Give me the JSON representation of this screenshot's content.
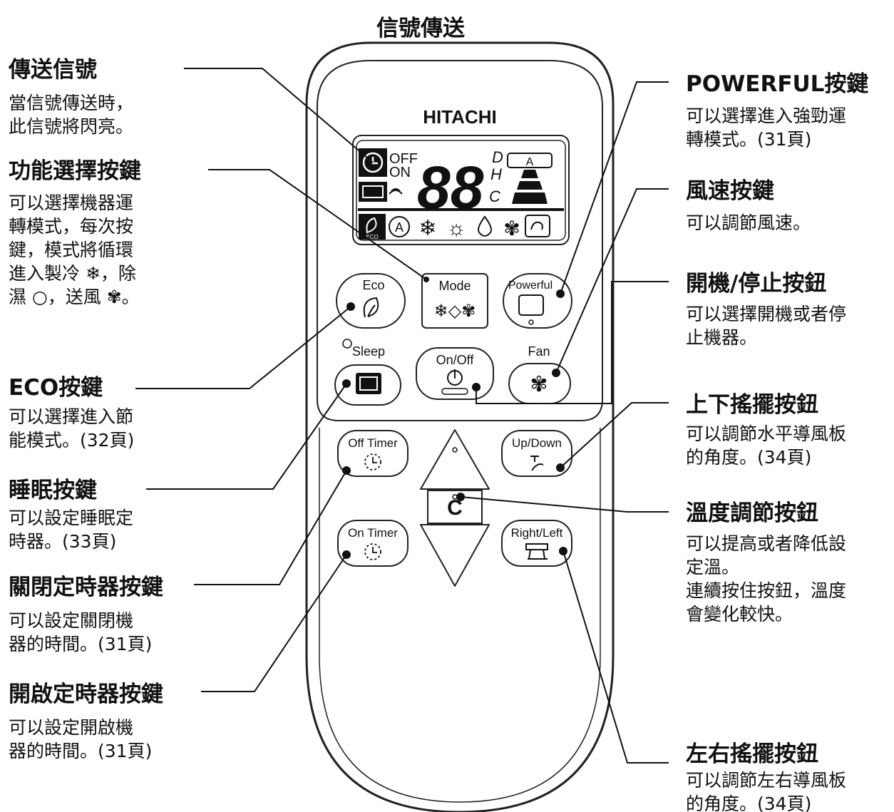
{
  "signal_label": "信號傳送",
  "brand": "HITACHI",
  "lcd": {
    "timer_off": "OFF",
    "timer_on": "ON",
    "digits": "88",
    "d": "D",
    "h": "H",
    "c": "C",
    "a": "A",
    "eco_small": "ECO"
  },
  "buttons": {
    "eco": "Eco",
    "mode": "Mode",
    "powerful": "Powerful",
    "sleep": "Sleep",
    "on_off": "On/Off",
    "fan": "Fan",
    "off_timer": "Off Timer",
    "up_down": "Up/Down",
    "on_timer": "On Timer",
    "right_left": "Right/Left",
    "temp_unit": "C"
  },
  "callouts": {
    "left": [
      {
        "title": "傳送信號",
        "lines": [
          "當信號傳送時，",
          "此信號將閃亮。"
        ]
      },
      {
        "title": "功能選擇按鍵",
        "lines": [
          "可以選擇機器運",
          "轉模式，每次按",
          "鍵，模式將循環",
          "進入製冷 ❄，除",
          "濕 ○，送風 ✾。"
        ]
      },
      {
        "title": "ECO按鍵",
        "lines": [
          "可以選擇進入節",
          "能模式。(32頁)"
        ]
      },
      {
        "title": "睡眠按鍵",
        "lines": [
          "可以設定睡眠定",
          "時器。(33頁)"
        ]
      },
      {
        "title": "關閉定時器按鍵",
        "lines": [
          "可以設定關閉機",
          "器的時間。(31頁)"
        ]
      },
      {
        "title": "開啟定時器按鍵",
        "lines": [
          "可以設定開啟機",
          "器的時間。(31頁)"
        ]
      }
    ],
    "right": [
      {
        "title": "POWERFUL按鍵",
        "lines": [
          "可以選擇進入強勁運",
          "轉模式。(31頁)"
        ]
      },
      {
        "title": "風速按鍵",
        "lines": [
          "可以調節風速。"
        ]
      },
      {
        "title": "開機/停止按鈕",
        "lines": [
          "可以選擇開機或者停",
          "止機器。"
        ]
      },
      {
        "title": "上下搖擺按鈕",
        "lines": [
          "可以調節水平導風板",
          "的角度。(34頁)"
        ]
      },
      {
        "title": "溫度調節按鈕",
        "lines": [
          "可以提高或者降低設",
          "定溫。",
          "連續按住按鈕，溫度",
          "會變化較快。"
        ]
      },
      {
        "title": "左右搖擺按鈕",
        "lines": [
          "可以調節左右導風板",
          "的角度。(34頁)"
        ]
      }
    ]
  }
}
